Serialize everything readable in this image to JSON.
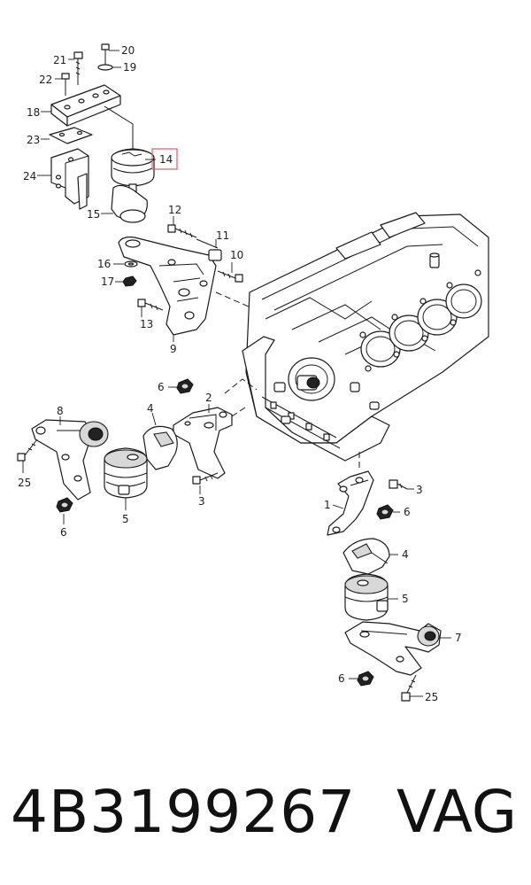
{
  "footer": {
    "part_number": "4B3199267",
    "brand": "VAG"
  },
  "highlight_color": "#e05a6a",
  "callouts": {
    "c20": "20",
    "c19": "19",
    "c21": "21",
    "c22": "22",
    "c18": "18",
    "c23": "23",
    "c24": "24",
    "c14": "14",
    "c15": "15",
    "c12": "12",
    "c11": "11",
    "c10": "10",
    "c16": "16",
    "c17": "17",
    "c13": "13",
    "c9": "9",
    "c6a": "6",
    "c2": "2",
    "c8": "8",
    "c4a": "4",
    "c25a": "25",
    "c6b": "6",
    "c5a": "5",
    "c3a": "3",
    "c3b": "3",
    "c1": "1",
    "c6c": "6",
    "c4b": "4",
    "c5b": "5",
    "c7": "7",
    "c6d": "6",
    "c25b": "25"
  }
}
